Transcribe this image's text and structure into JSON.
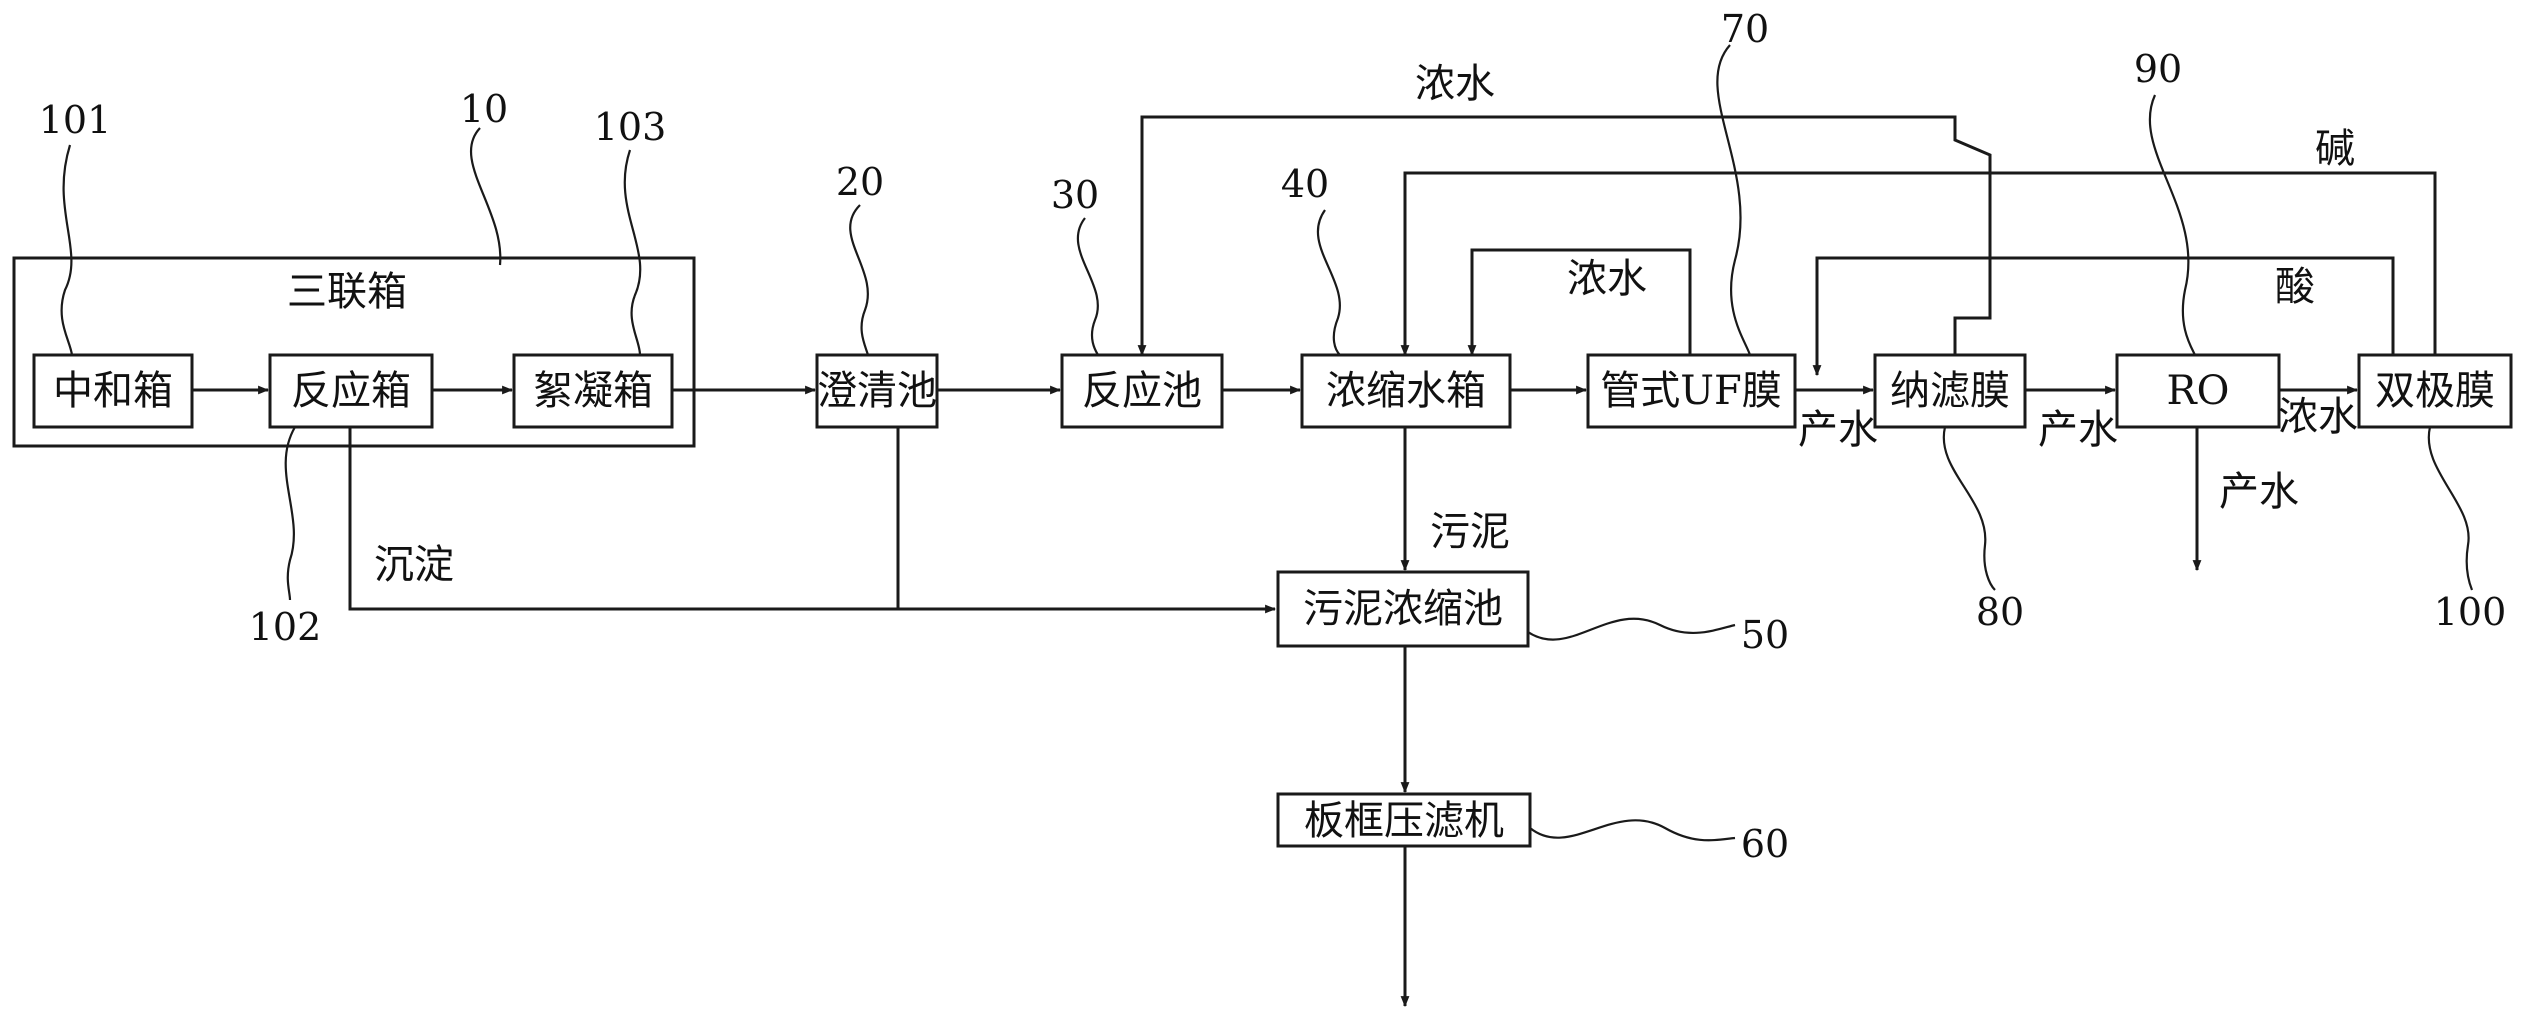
{
  "boxes": {
    "trio_tank": "三联箱",
    "neutralization_tank": "中和箱",
    "reaction_tank": "反应箱",
    "flocculation_tank": "絮凝箱",
    "clarifier": "澄清池",
    "reaction_pool": "反应池",
    "concentrate_tank": "浓缩水箱",
    "tubular_uf": "管式UF膜",
    "nanofiltration": "纳滤膜",
    "ro": "RO",
    "bipolar_membrane": "双极膜",
    "sludge_thickener": "污泥浓缩池",
    "filter_press": "板框压滤机"
  },
  "flow_labels": {
    "concentrate_top": "浓水",
    "concentrate_uf": "浓水",
    "alkali": "碱",
    "acid": "酸",
    "product_uf": "产水",
    "product_nf": "产水",
    "product_ro": "产水",
    "concentrate_ro": "浓水",
    "sludge": "污泥",
    "sediment": "沉淀"
  },
  "refs": {
    "r10": "10",
    "r101": "101",
    "r102": "102",
    "r103": "103",
    "r20": "20",
    "r30": "30",
    "r40": "40",
    "r50": "50",
    "r60": "60",
    "r70": "70",
    "r80": "80",
    "r90": "90",
    "r100": "100"
  }
}
